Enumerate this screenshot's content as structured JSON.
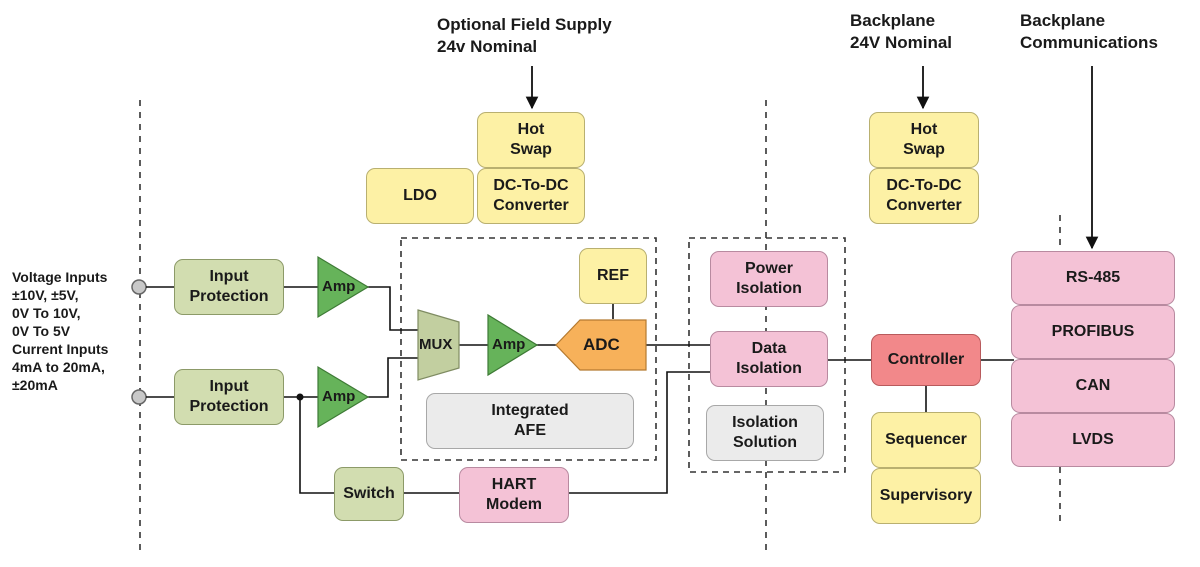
{
  "labels": {
    "field_supply": "Optional Field Supply\n24v Nominal",
    "backplane_power": "Backplane\n24V Nominal",
    "backplane_comms": "Backplane\nCommunications",
    "inputs": "Voltage Inputs\n±10V, ±5V,\n0V To 10V,\n0V To 5V\nCurrent Inputs\n4mA to 20mA,\n±20mA"
  },
  "blocks": {
    "hot_swap_1": "Hot\nSwap",
    "dcdc_1": "DC-To-DC\nConverter",
    "ldo": "LDO",
    "hot_swap_2": "Hot\nSwap",
    "dcdc_2": "DC-To-DC\nConverter",
    "input_protection_1": "Input\nProtection",
    "input_protection_2": "Input\nProtection",
    "amp_1": "Amp",
    "amp_2": "Amp",
    "amp_3": "Amp",
    "mux": "MUX",
    "ref": "REF",
    "adc": "ADC",
    "integrated_afe": "Integrated\nAFE",
    "power_isolation": "Power\nIsolation",
    "data_isolation": "Data\nIsolation",
    "isolation_solution": "Isolation\nSolution",
    "controller": "Controller",
    "sequencer": "Sequencer",
    "supervisory": "Supervisory",
    "rs485": "RS-485",
    "profibus": "PROFIBUS",
    "can": "CAN",
    "lvds": "LVDS",
    "switch": "Switch",
    "hart_modem": "HART\nModem"
  },
  "colors": {
    "power": "#fdf1a5",
    "protection": "#d2ddb0",
    "amp": "#66b35a",
    "mux": "#c2cfa0",
    "adc": "#f7b15a",
    "isolation": "#f4c2d6",
    "controller": "#f2888a",
    "afe": "#ebebeb"
  }
}
